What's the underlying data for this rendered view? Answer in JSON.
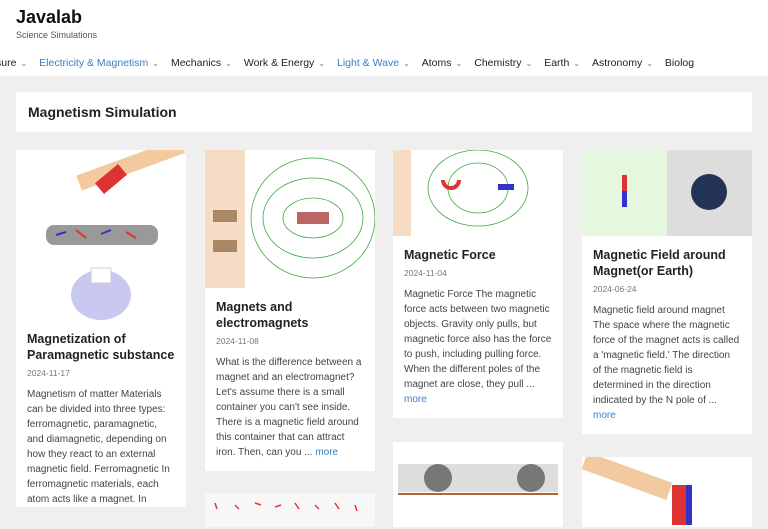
{
  "site": {
    "title": "Javalab",
    "tagline": "Science Simulations"
  },
  "nav": [
    {
      "label": "sure",
      "highlight": false
    },
    {
      "label": "Electricity & Magnetism",
      "highlight": true
    },
    {
      "label": "Mechanics",
      "highlight": false
    },
    {
      "label": "Work & Energy",
      "highlight": false
    },
    {
      "label": "Light & Wave",
      "highlight": true
    },
    {
      "label": "Atoms",
      "highlight": false
    },
    {
      "label": "Chemistry",
      "highlight": false
    },
    {
      "label": "Earth",
      "highlight": false
    },
    {
      "label": "Astronomy",
      "highlight": false
    },
    {
      "label": "Biolog",
      "highlight": false
    }
  ],
  "page_title": "Magnetism Simulation",
  "more_label": "more",
  "cards": [
    {
      "title": "Magnetization of Paramagnetic substance",
      "date": "2024-11-17",
      "excerpt": "Magnetism of matter Materials can be divided into three types: ferromagnetic, paramagnetic, and diamagnetic, depending on how they react to an external magnetic field. Ferromagnetic In ferromagnetic materials, each atom acts like a magnet. In"
    },
    {
      "title": "Magnets and electromagnets",
      "date": "2024-11-08",
      "excerpt": "What is the difference between a magnet and an electromagnet? Let's assume there is a small container you can't see inside. There is a magnetic field around this container that can attract iron. Then, can you ... "
    },
    {
      "title": "Magnetic Force",
      "date": "2024-11-04",
      "excerpt": "Magnetic Force The magnetic force acts between two magnetic objects. Gravity only pulls, but magnetic force also has the force to push, including pulling force. When the different poles of the magnet are close, they pull ... "
    },
    {
      "title": "Magnetic Field around Magnet(or Earth)",
      "date": "2024-06-24",
      "excerpt": "Magnetic field around magnet The space where the magnetic force of the magnet acts is called a 'magnetic field.' The direction of the magnetic field is determined in the direction indicated by the N pole of ... "
    }
  ]
}
